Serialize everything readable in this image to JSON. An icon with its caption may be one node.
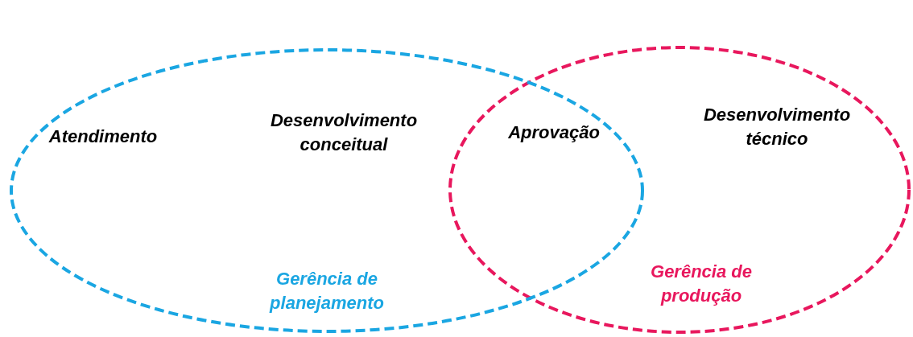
{
  "diagram": {
    "nodes": [
      {
        "text": [
          "Gerência de planejamento"
        ]
      },
      {
        "text": [
          "Gerência de produção"
        ]
      }
    ],
    "edges": [],
    "labels": [
      "Atendimento",
      "Desenvolvimento conceitual",
      "Aprovação",
      "Desenvolvimento técnico"
    ]
  }
}
